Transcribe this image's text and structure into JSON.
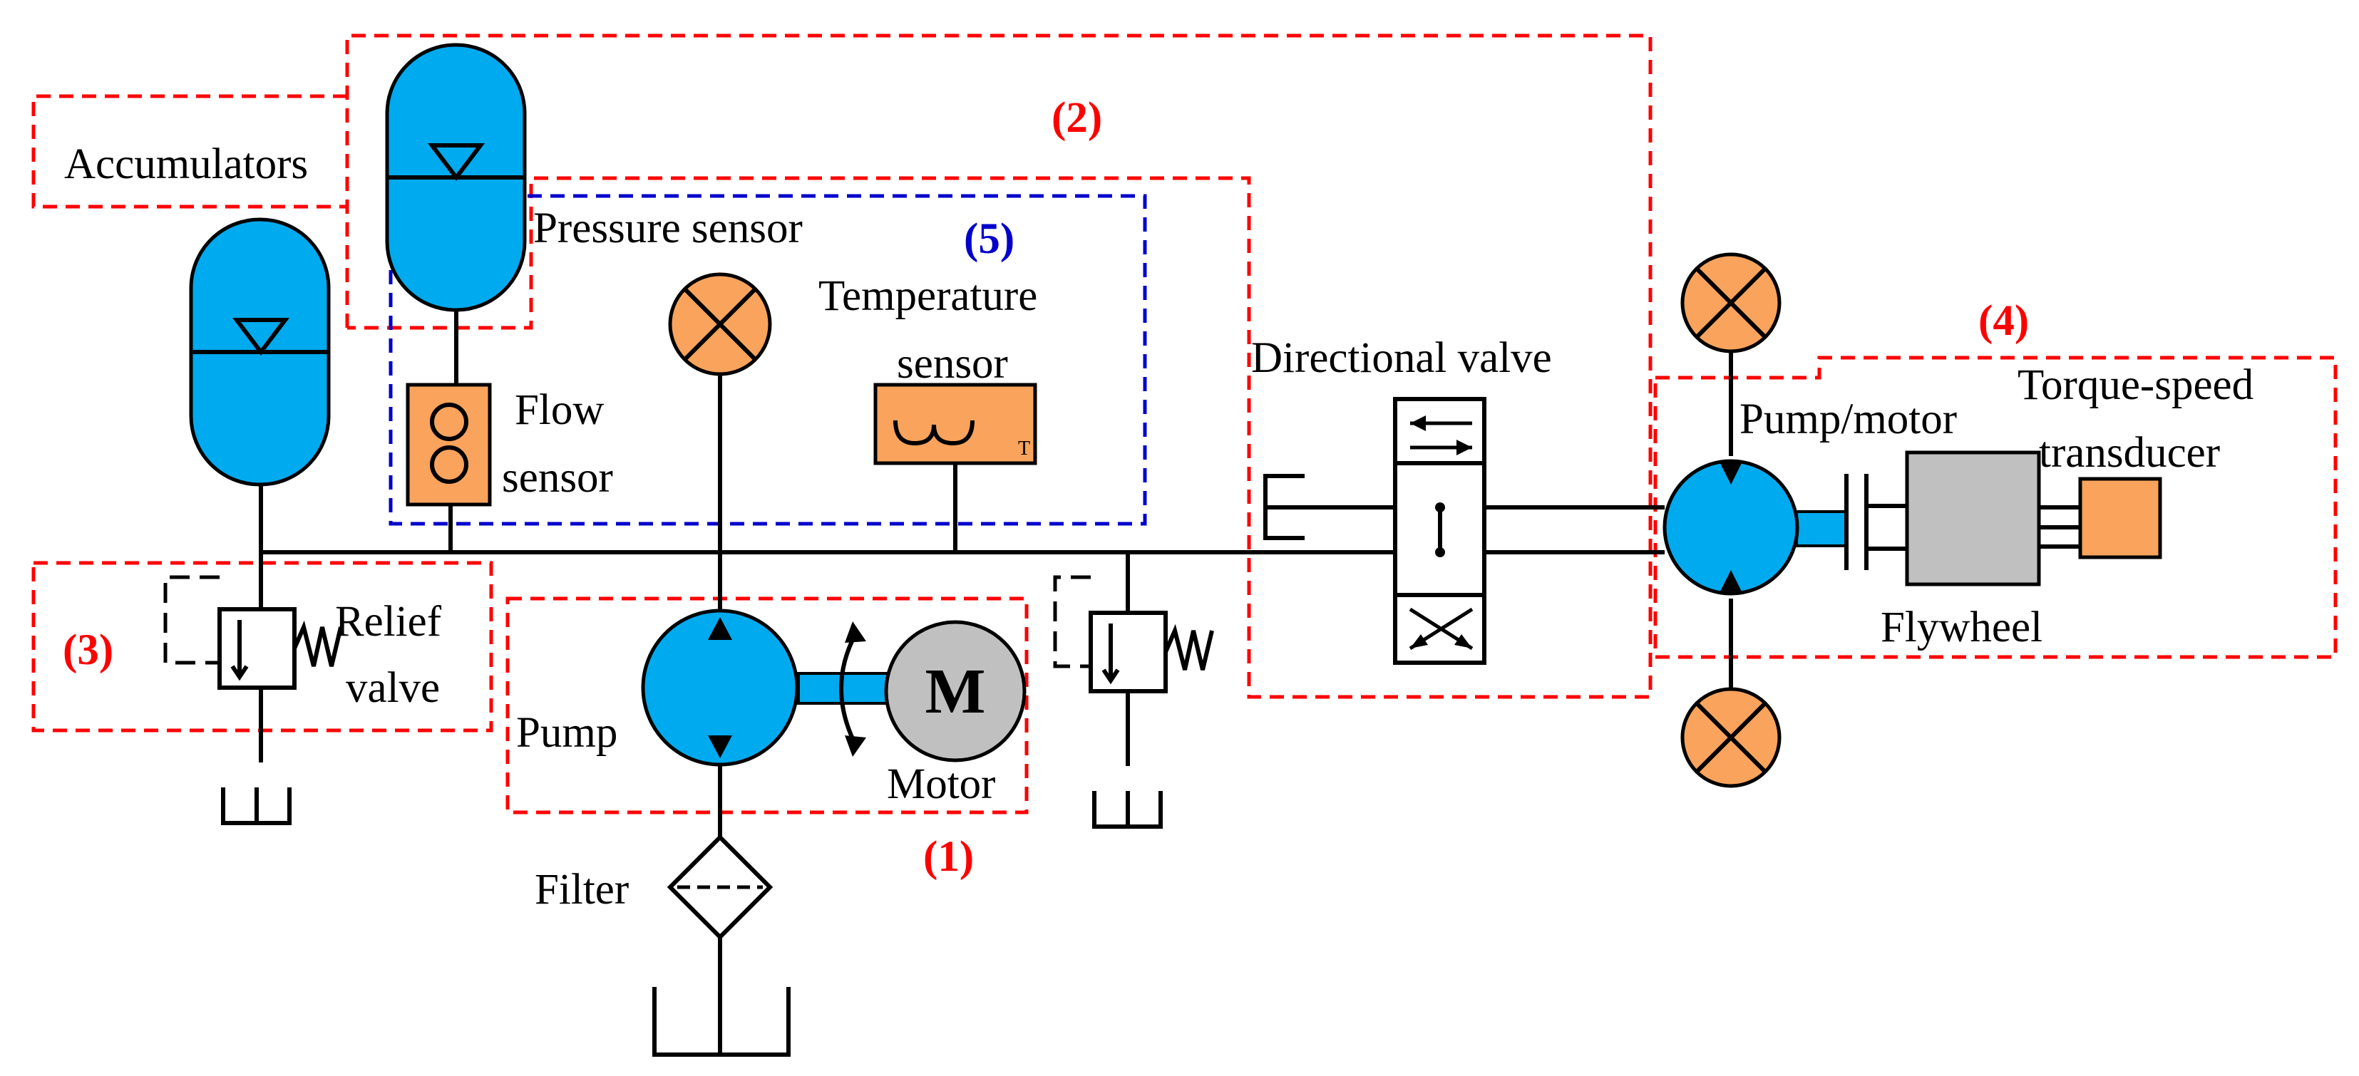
{
  "labels": {
    "accumulators": "Accumulators",
    "pressure_sensor": "Pressure sensor",
    "temperature_sensor_line1": "Temperature",
    "temperature_sensor_line2": "sensor",
    "flow_sensor_line1": "Flow",
    "flow_sensor_line2": "sensor",
    "relief_valve_line1": "Relief",
    "relief_valve_line2": "valve",
    "pump": "Pump",
    "motor": "Motor",
    "motor_symbol": "M",
    "filter": "Filter",
    "directional_valve": "Directional valve",
    "pump_motor": "Pump/motor",
    "torque_speed_line1": "Torque-speed",
    "torque_speed_line2": "transducer",
    "flywheel": "Flywheel"
  },
  "groups": {
    "g1": "(1)",
    "g2": "(2)",
    "g3": "(3)",
    "g4": "(4)",
    "g5": "(5)"
  },
  "colors": {
    "hydraulic_blue": "#00aaee",
    "sensor_orange": "#f9a35c",
    "flywheel_grey": "#c0c0c0",
    "group_red": "#ff0000",
    "group_blue": "#0000cc"
  }
}
